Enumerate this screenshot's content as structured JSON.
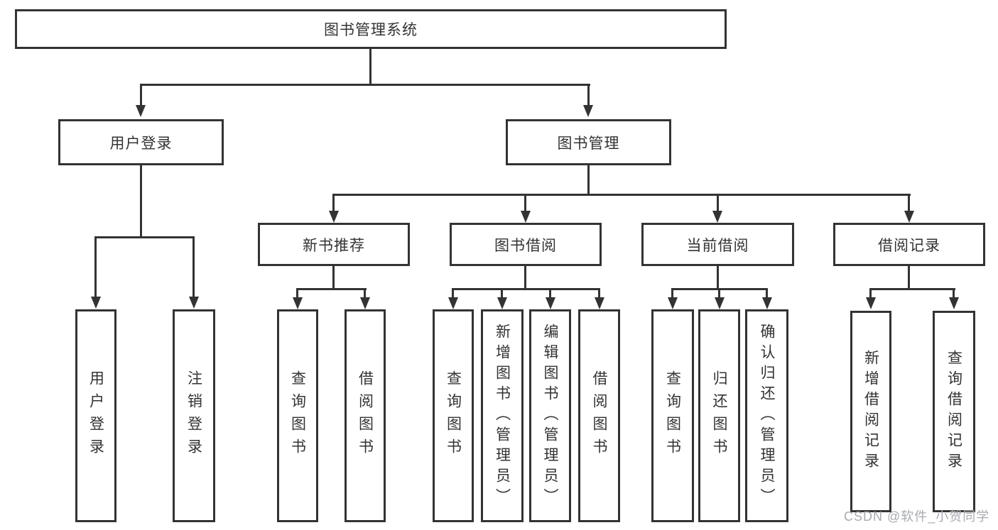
{
  "diagram": {
    "root": {
      "label": "图书管理系统"
    },
    "level2": [
      {
        "id": "user-login",
        "label": "用户登录"
      },
      {
        "id": "book-management",
        "label": "图书管理"
      }
    ],
    "level3": [
      {
        "id": "new-book-recommend",
        "label": "新书推荐"
      },
      {
        "id": "book-borrowing",
        "label": "图书借阅"
      },
      {
        "id": "current-borrowing",
        "label": "当前借阅"
      },
      {
        "id": "borrowing-records",
        "label": "借阅记录"
      }
    ],
    "leaves": {
      "user_login": [
        {
          "label": "用户登录"
        },
        {
          "label": "注销登录"
        }
      ],
      "new_books": [
        {
          "label": "查询图书"
        },
        {
          "label": "借阅图书"
        }
      ],
      "book_borrow": [
        {
          "label": "查询图书"
        },
        {
          "label": "新增图书（管理员）"
        },
        {
          "label": "编辑图书（管理员）"
        },
        {
          "label": "借阅图书"
        }
      ],
      "current_borrow": [
        {
          "label": "查询图书"
        },
        {
          "label": "归还图书"
        },
        {
          "label": "确认归还（管理员）"
        }
      ],
      "borrow_records": [
        {
          "label": "新增借阅记录"
        },
        {
          "label": "查询借阅记录"
        }
      ]
    },
    "watermark": "CSDN @软件_小贺同学",
    "colors": {
      "line": "#333333",
      "text": "#333333",
      "background": "#ffffff",
      "watermark": "#a9abb3"
    }
  }
}
